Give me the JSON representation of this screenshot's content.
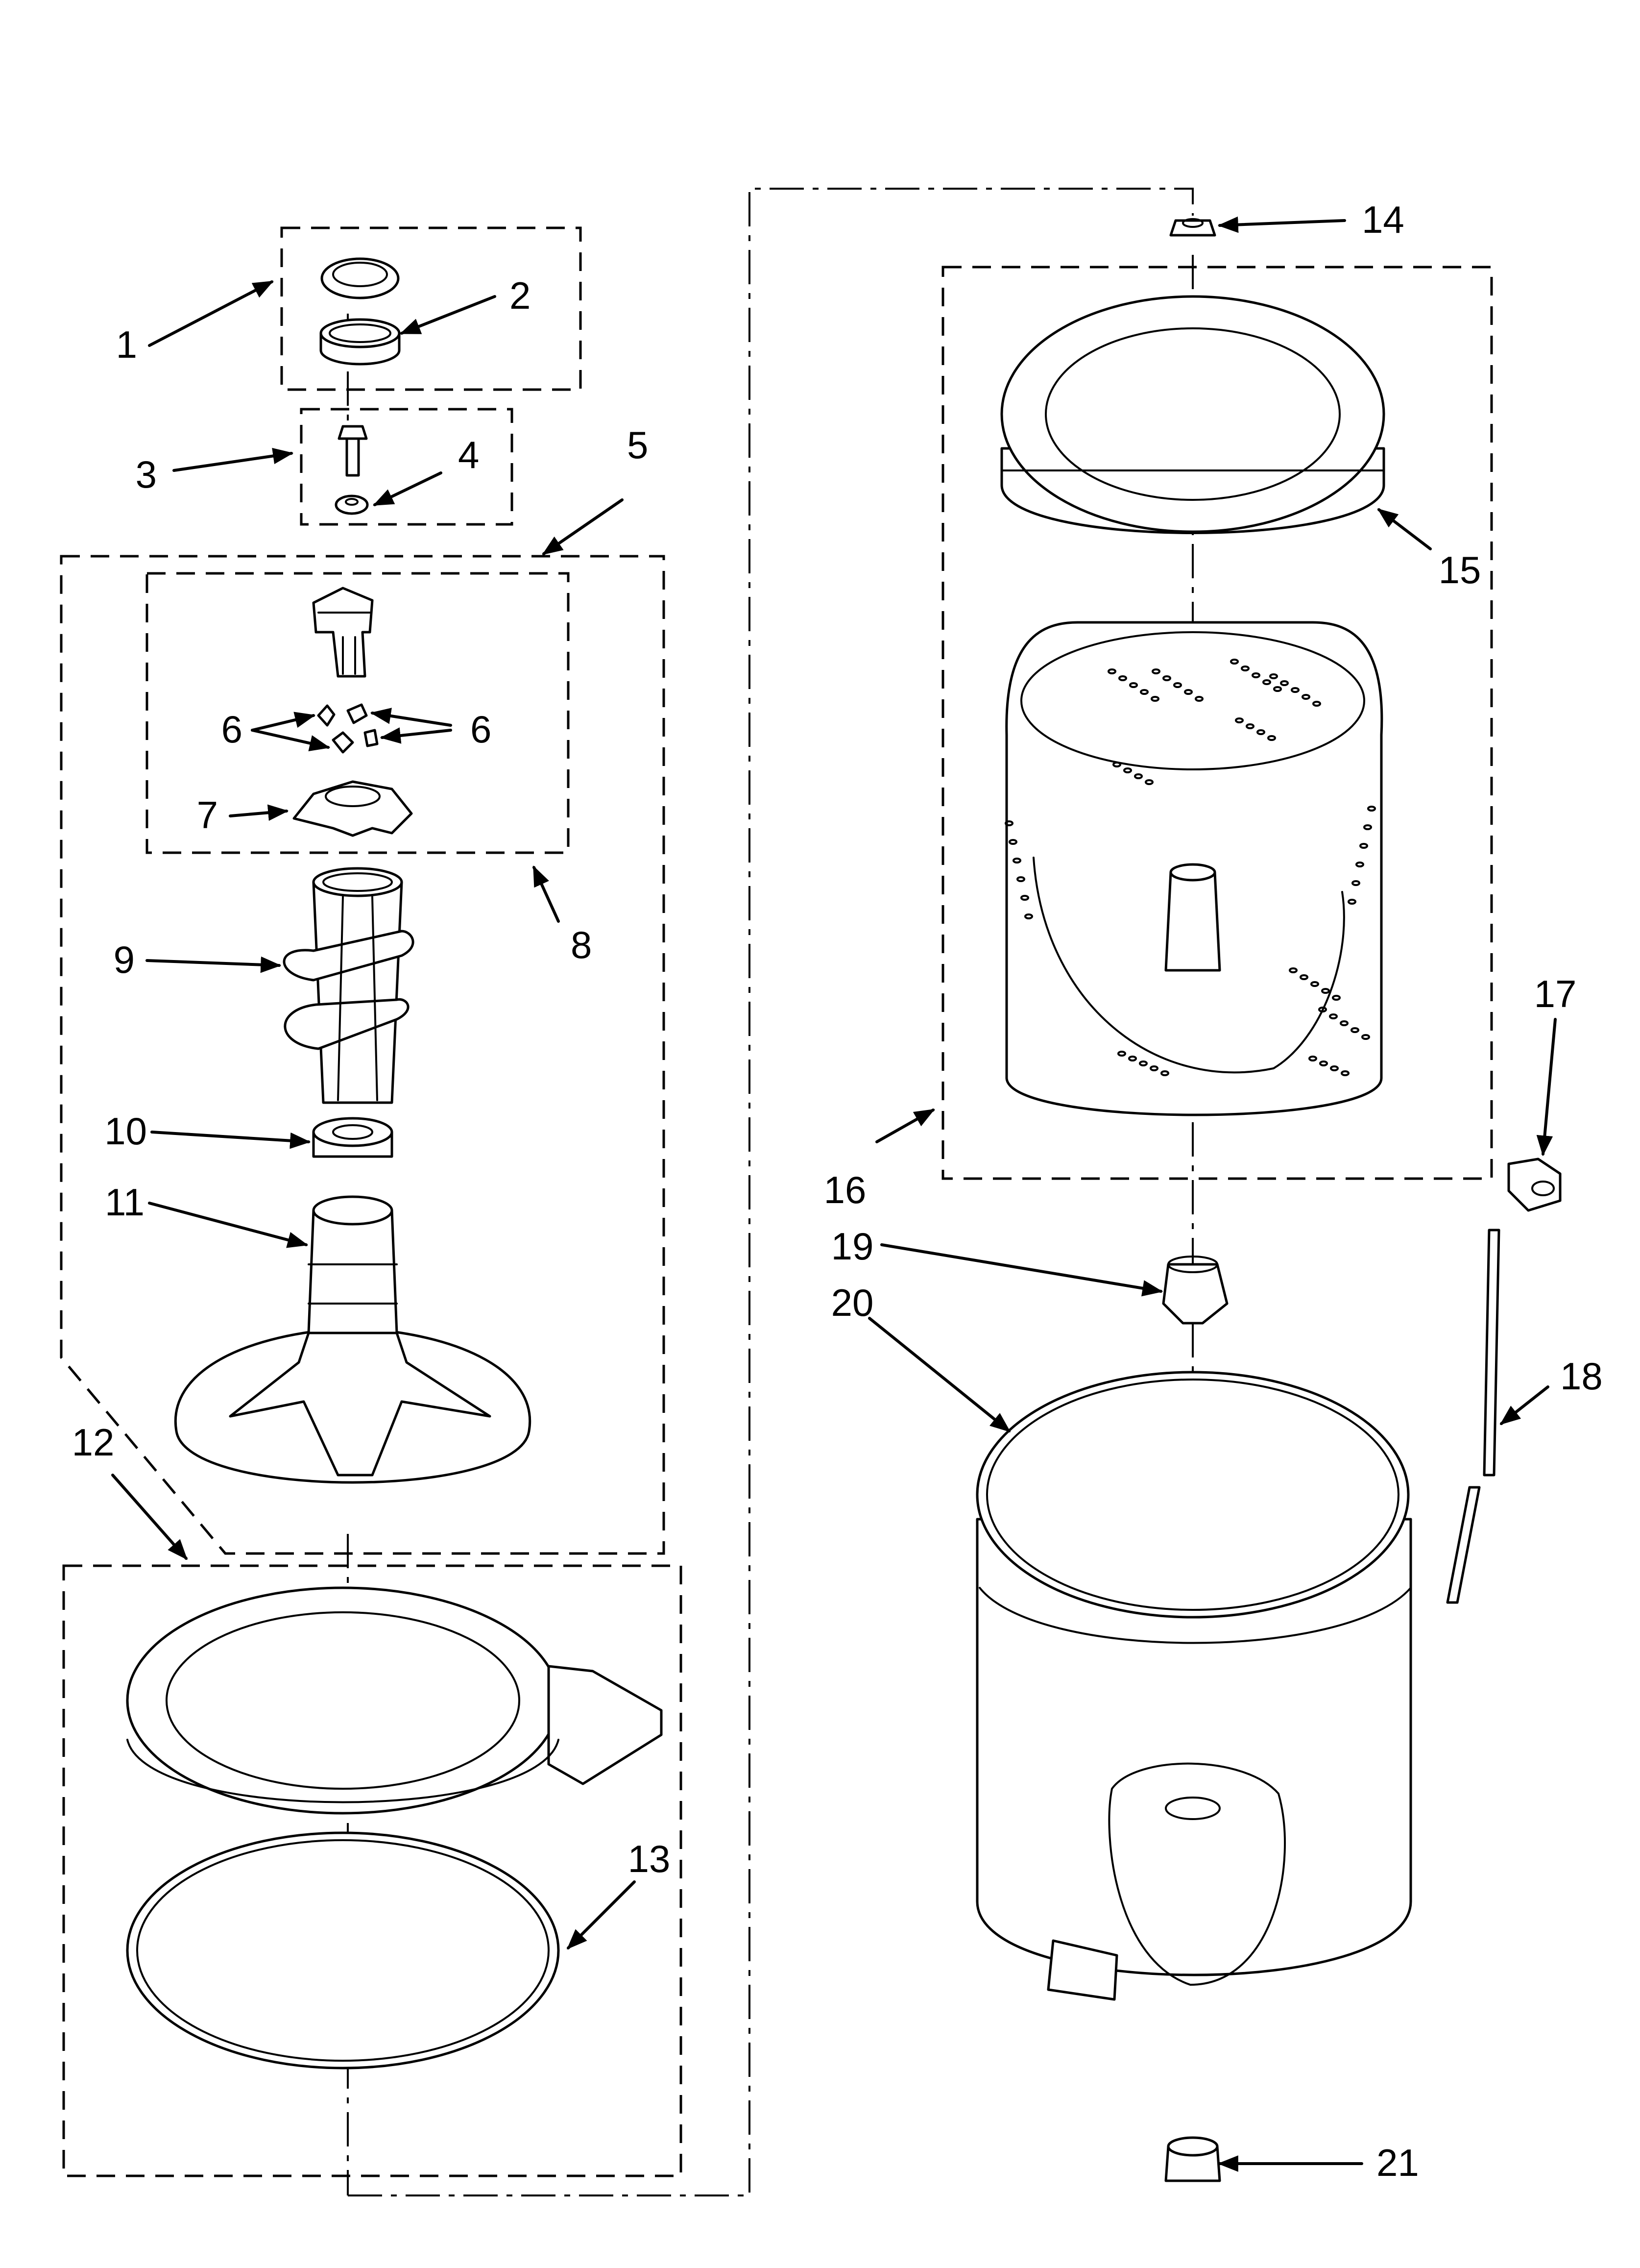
{
  "callouts": {
    "c1": "1",
    "c2": "2",
    "c3": "3",
    "c4": "4",
    "c5": "5",
    "c6a": "6",
    "c6b": "6",
    "c7": "7",
    "c8": "8",
    "c9": "9",
    "c10": "10",
    "c11": "11",
    "c12": "12",
    "c13": "13",
    "c14": "14",
    "c15": "15",
    "c16": "16",
    "c17": "17",
    "c18": "18",
    "c19": "19",
    "c20": "20",
    "c21": "21"
  }
}
